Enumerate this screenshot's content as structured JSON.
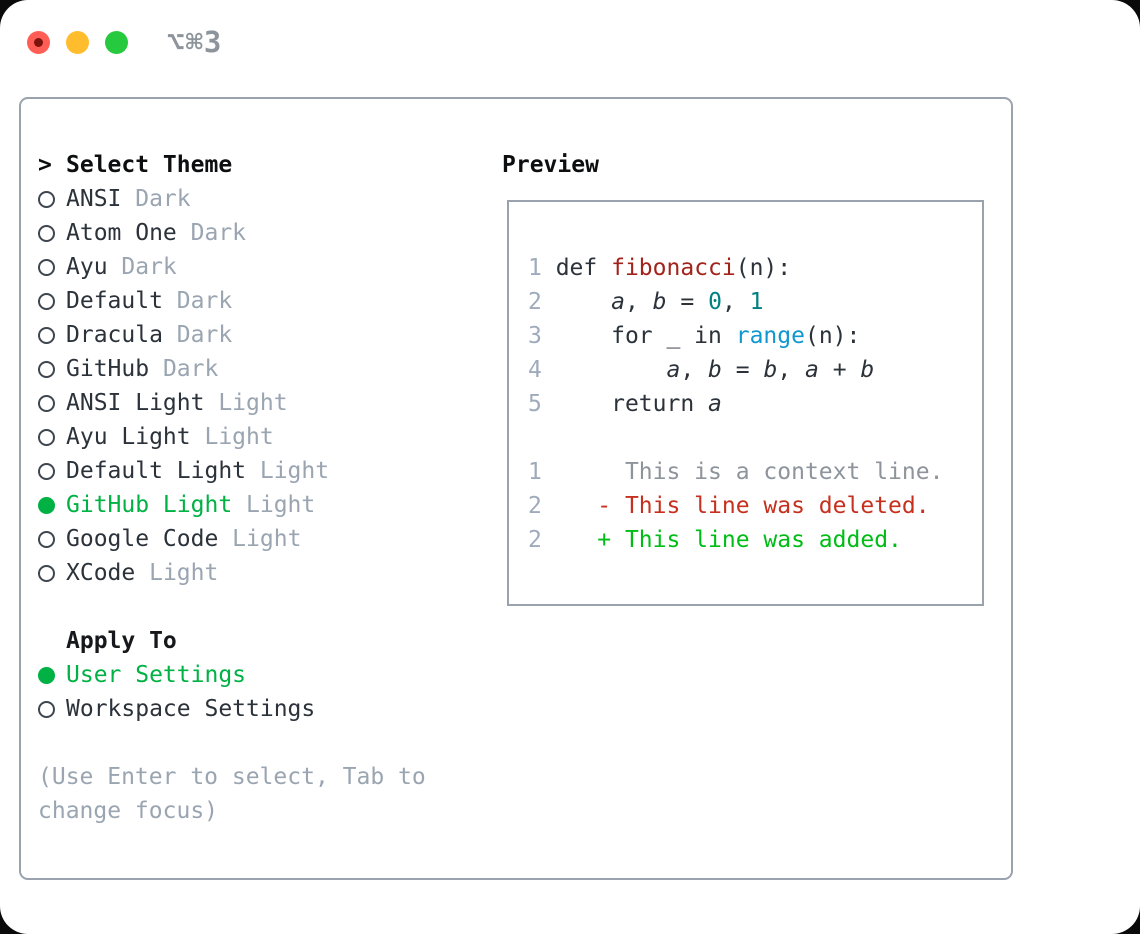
{
  "window": {
    "shortcut": "⌥⌘3",
    "traffic_lights": [
      "close",
      "minimize",
      "zoom"
    ]
  },
  "colors": {
    "accent_green": "#00b144",
    "added_green": "#00bd16",
    "deleted_red": "#c6311f",
    "function_red": "#a2231a",
    "number_teal": "#008080",
    "builtin_blue": "#0f97cf",
    "muted_gray": "#9aa5b1",
    "border_gray": "#9aa2ad",
    "traffic_red": "#ff5d55",
    "traffic_yellow": "#ffbd2d",
    "traffic_green": "#27c93f"
  },
  "theme_picker": {
    "prompt": ">",
    "header": "Select Theme",
    "themes": [
      {
        "name": "ANSI",
        "variant": "Dark",
        "selected": false
      },
      {
        "name": "Atom One",
        "variant": "Dark",
        "selected": false
      },
      {
        "name": "Ayu",
        "variant": "Dark",
        "selected": false
      },
      {
        "name": "Default",
        "variant": "Dark",
        "selected": false
      },
      {
        "name": "Dracula",
        "variant": "Dark",
        "selected": false
      },
      {
        "name": "GitHub",
        "variant": "Dark",
        "selected": false
      },
      {
        "name": "ANSI Light",
        "variant": "Light",
        "selected": false
      },
      {
        "name": "Ayu Light",
        "variant": "Light",
        "selected": false
      },
      {
        "name": "Default Light",
        "variant": "Light",
        "selected": false
      },
      {
        "name": "GitHub Light",
        "variant": "Light",
        "selected": true
      },
      {
        "name": "Google Code",
        "variant": "Light",
        "selected": false
      },
      {
        "name": "XCode",
        "variant": "Light",
        "selected": false
      }
    ],
    "apply_to": {
      "header": "Apply To",
      "options": [
        {
          "label": "User Settings",
          "selected": true
        },
        {
          "label": "Workspace Settings",
          "selected": false
        }
      ]
    },
    "hint": "(Use Enter to select, Tab to change focus)"
  },
  "preview": {
    "header": "Preview",
    "code_lines": [
      {
        "num": "1",
        "tokens": [
          [
            "plain",
            " def "
          ],
          [
            "function",
            "fibonacci"
          ],
          [
            "plain",
            "(n):"
          ]
        ]
      },
      {
        "num": "2",
        "tokens": [
          [
            "plain",
            "     "
          ],
          [
            "variable",
            "a"
          ],
          [
            "plain",
            ", "
          ],
          [
            "variable",
            "b"
          ],
          [
            "plain",
            " = "
          ],
          [
            "number",
            "0"
          ],
          [
            "plain",
            ", "
          ],
          [
            "number",
            "1"
          ]
        ]
      },
      {
        "num": "3",
        "tokens": [
          [
            "plain",
            "     for _ in "
          ],
          [
            "builtin",
            "range"
          ],
          [
            "plain",
            "(n):"
          ]
        ]
      },
      {
        "num": "4",
        "tokens": [
          [
            "plain",
            "         "
          ],
          [
            "variable",
            "a"
          ],
          [
            "plain",
            ", "
          ],
          [
            "variable",
            "b"
          ],
          [
            "plain",
            " = "
          ],
          [
            "variable",
            "b"
          ],
          [
            "plain",
            ", "
          ],
          [
            "variable",
            "a"
          ],
          [
            "plain",
            " + "
          ],
          [
            "variable",
            "b"
          ]
        ]
      },
      {
        "num": "5",
        "tokens": [
          [
            "plain",
            "     return "
          ],
          [
            "variable",
            "a"
          ]
        ]
      }
    ],
    "diff_lines": [
      {
        "num": "1",
        "sign": " ",
        "text": "This is a context line.",
        "type": "context"
      },
      {
        "num": "2",
        "sign": "-",
        "text": "This line was deleted.",
        "type": "deleted"
      },
      {
        "num": "2",
        "sign": "+",
        "text": "This line was added.",
        "type": "added"
      }
    ]
  }
}
